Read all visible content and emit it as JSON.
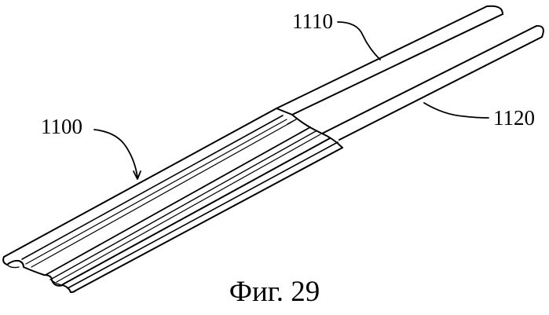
{
  "labels": {
    "ribbon": "1100",
    "tube_upper": "1110",
    "tube_lower": "1120"
  },
  "caption": "Фиг. 29",
  "colors": {
    "line": "#000000",
    "background": "#ffffff"
  }
}
